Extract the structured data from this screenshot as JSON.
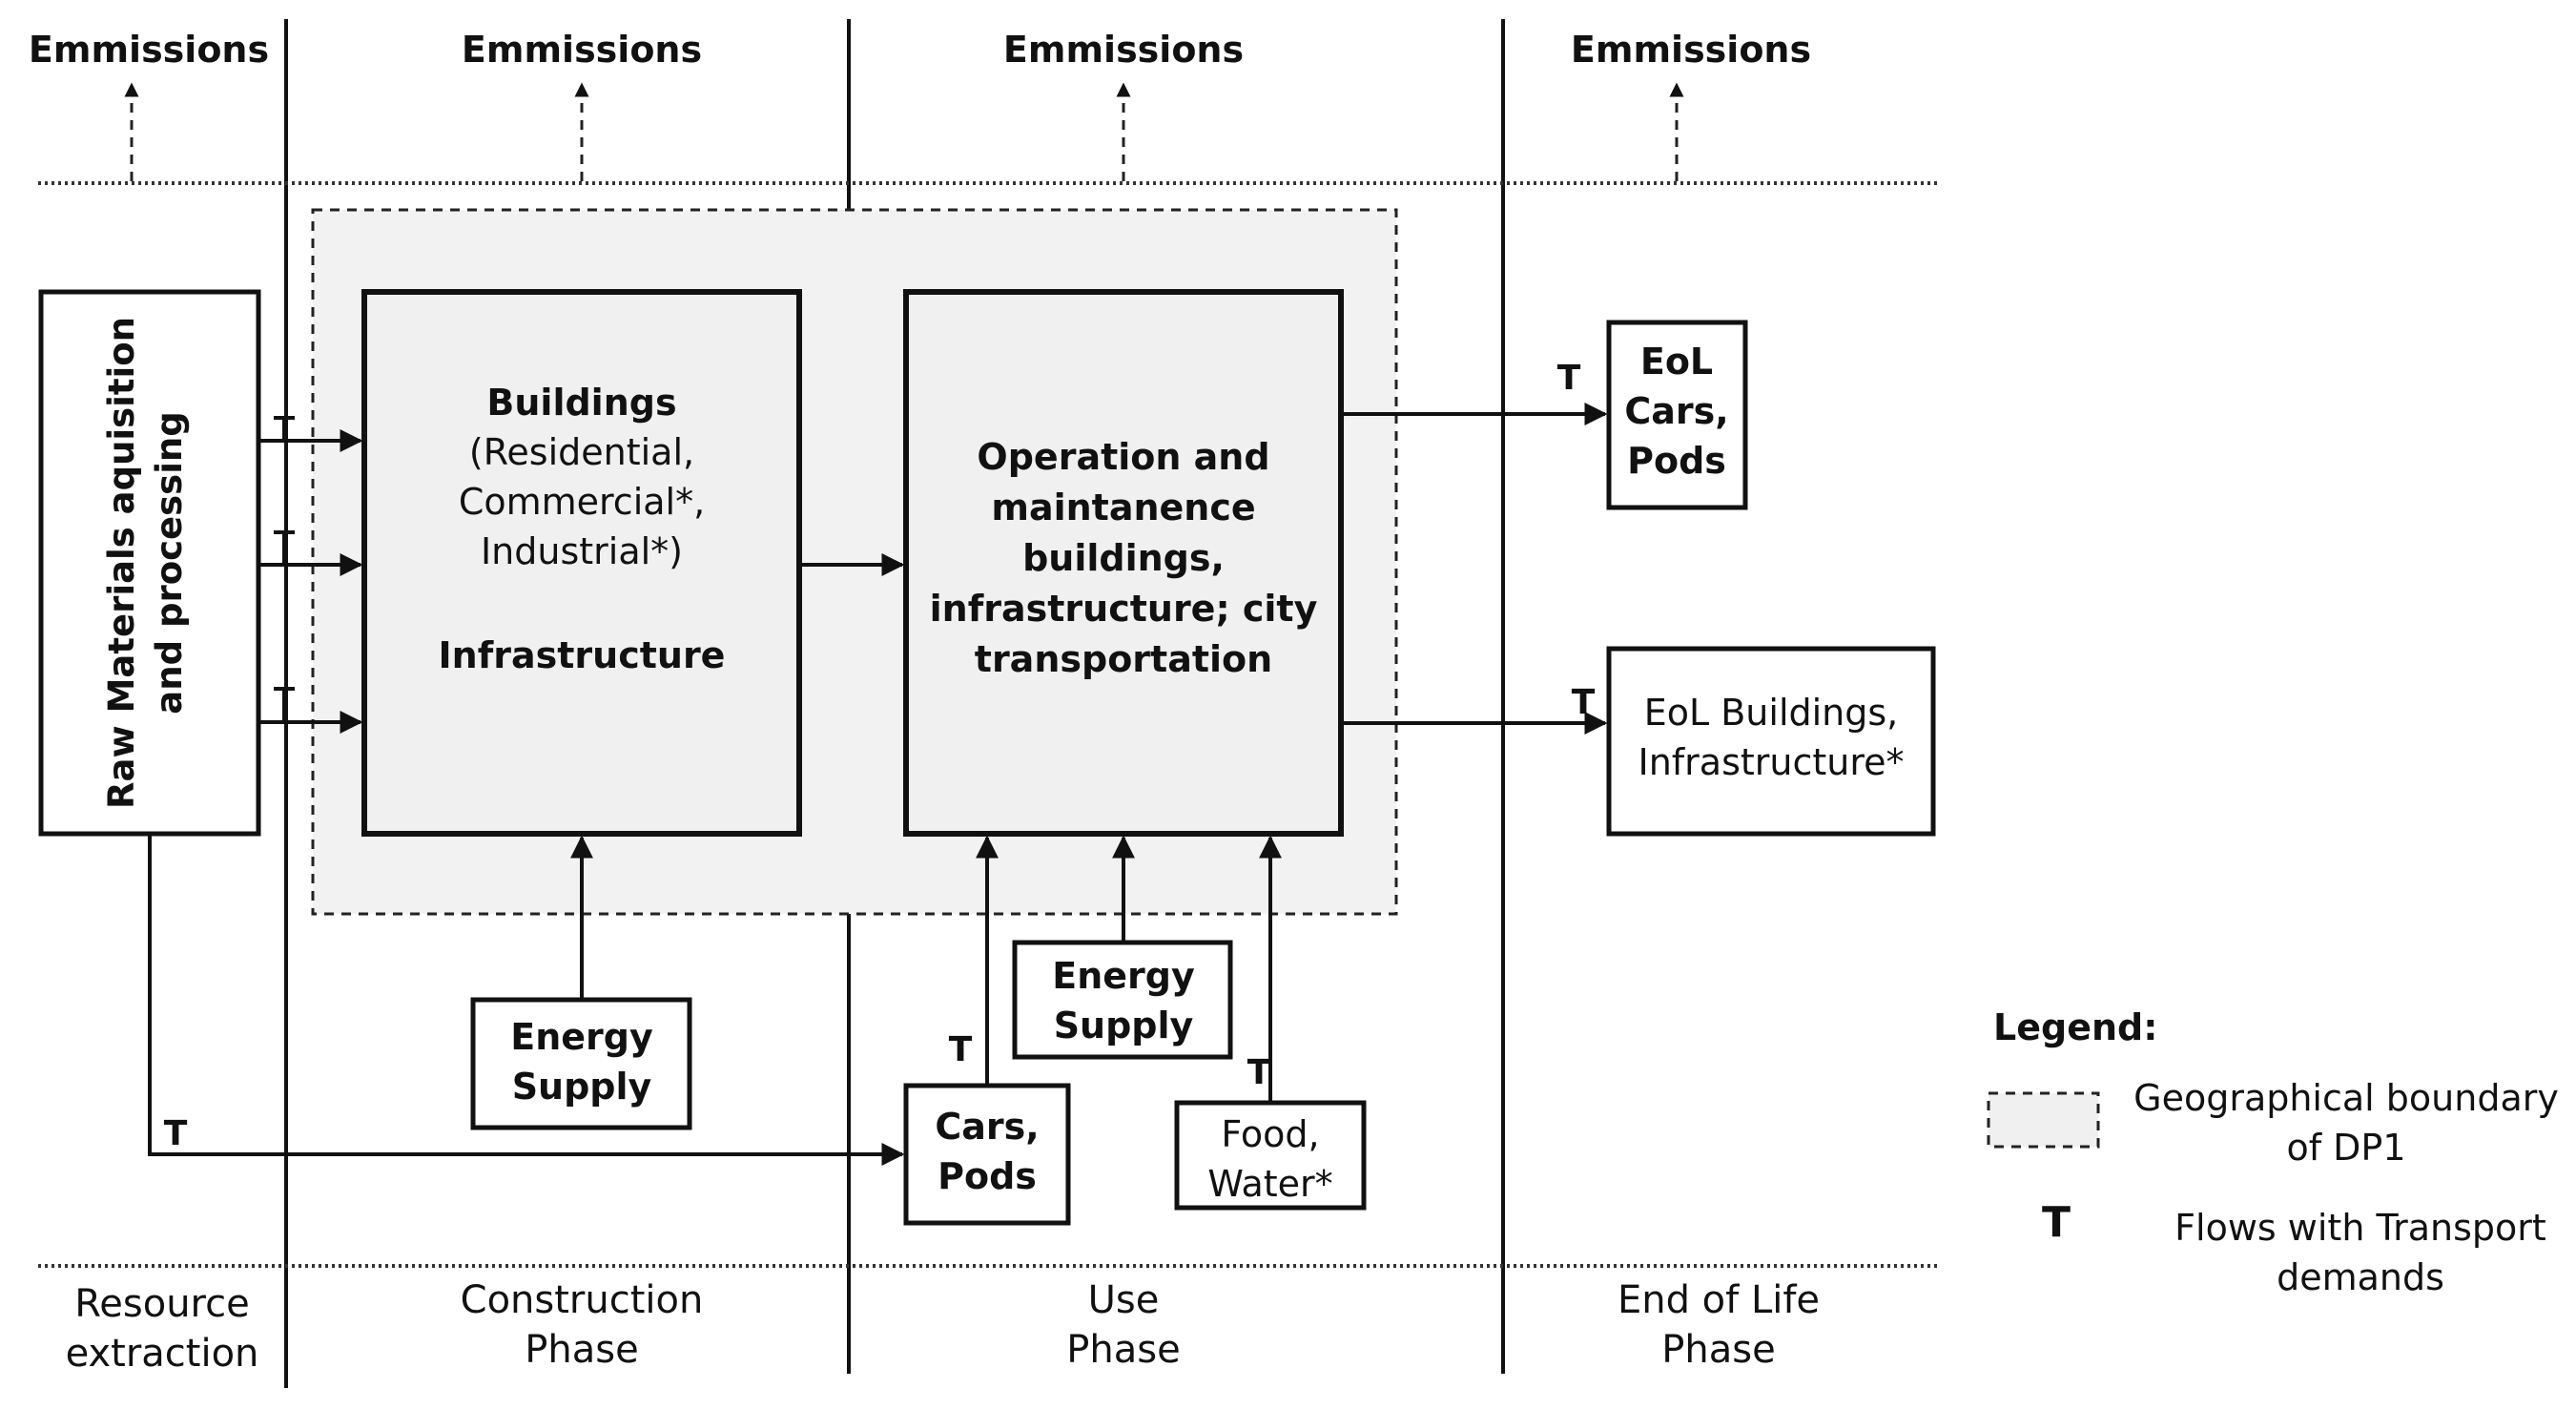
{
  "emissions": [
    "Emmissions",
    "Emmissions",
    "Emmissions",
    "Emmissions"
  ],
  "phases": {
    "resource": [
      "Resource",
      "extraction"
    ],
    "construction": [
      "Construction",
      "Phase"
    ],
    "use": [
      "Use",
      "Phase"
    ],
    "eol": [
      "End of Life",
      "Phase"
    ]
  },
  "boxes": {
    "raw_materials": [
      "Raw Materials aquisition",
      "and processing"
    ],
    "buildings": [
      "Buildings",
      "(Residential,",
      "Commercial*,",
      "Industrial*)",
      "Infrastructure"
    ],
    "operation": [
      "Operation and",
      "maintanence",
      "buildings,",
      "infrastructure; city",
      "transportation"
    ],
    "eol_cars": [
      "EoL",
      "Cars,",
      "Pods"
    ],
    "eol_buildings": [
      "EoL Buildings,",
      "Infrastructure*"
    ],
    "energy_supply_1": [
      "Energy",
      "Supply"
    ],
    "energy_supply_2": [
      "Energy",
      "Supply"
    ],
    "cars_pods": [
      "Cars,",
      "Pods"
    ],
    "food_water": [
      "Food,",
      "Water*"
    ]
  },
  "transport_marker": "T",
  "legend": {
    "title": "Legend:",
    "boundary": [
      "Geographical boundary",
      "of DP1"
    ],
    "marker": "T",
    "flows": [
      "Flows with Transport",
      "demands"
    ]
  }
}
